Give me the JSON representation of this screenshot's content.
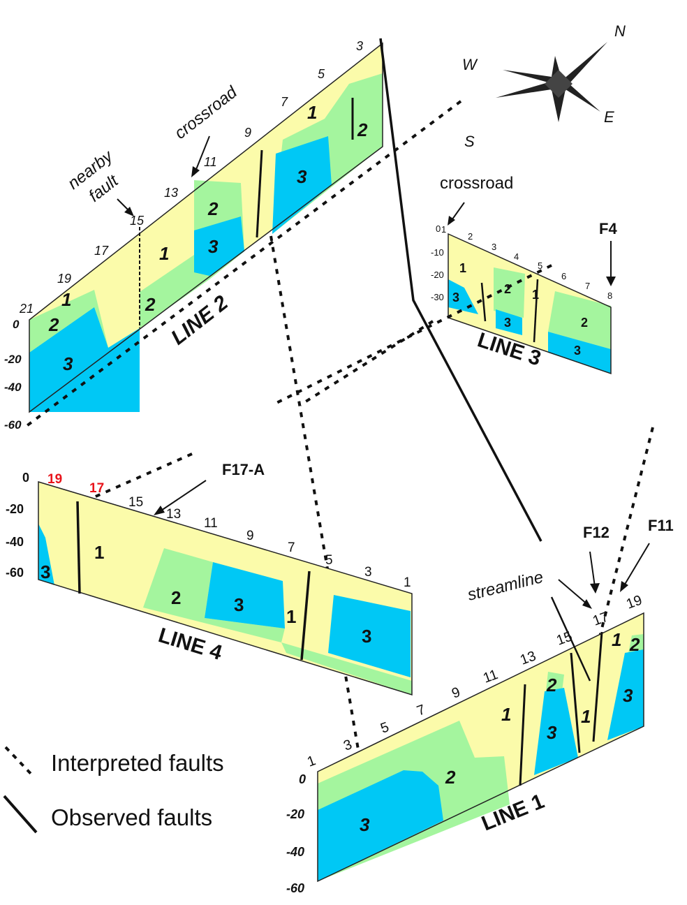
{
  "compass": {
    "n": "N",
    "e": "E",
    "s": "S",
    "w": "W"
  },
  "legend": {
    "interpreted": "Interpreted faults",
    "observed": "Observed faults"
  },
  "line2": {
    "title": "LINE 2",
    "stations": [
      "21",
      "19",
      "17",
      "15",
      "13",
      "11",
      "9",
      "7",
      "5",
      "3"
    ],
    "depths": [
      "0",
      "-20",
      "-40",
      "-60"
    ],
    "unit_labels": [
      "1",
      "1",
      "1",
      "2",
      "2",
      "2",
      "2",
      "3",
      "3",
      "3"
    ],
    "notes": {
      "crossroad": "crossroad",
      "nearby": "nearby",
      "fault": "fault"
    }
  },
  "line3": {
    "title": "LINE 3",
    "stations": [
      "1",
      "2",
      "3",
      "4",
      "5",
      "6",
      "7",
      "8"
    ],
    "depths": [
      "0",
      "-10",
      "-20",
      "-30"
    ],
    "unit_labels": [
      "1",
      "2",
      "1",
      "2",
      "3",
      "3",
      "3"
    ],
    "notes": {
      "crossroad": "crossroad",
      "f4": "F4"
    }
  },
  "line4": {
    "title": "LINE 4",
    "stations": [
      "19",
      "17",
      "15",
      "13",
      "11",
      "9",
      "7",
      "5",
      "3",
      "1"
    ],
    "depths": [
      "0",
      "-20",
      "-40",
      "-60"
    ],
    "unit_labels": [
      "1",
      "2",
      "3",
      "1",
      "3",
      "3"
    ],
    "notes": {
      "f17a": "F17-A"
    }
  },
  "line1": {
    "title": "LINE 1",
    "stations": [
      "1",
      "3",
      "5",
      "7",
      "9",
      "11",
      "13",
      "15",
      "17",
      "19"
    ],
    "depths": [
      "0",
      "-20",
      "-40",
      "-60"
    ],
    "unit_labels": [
      "2",
      "3",
      "1",
      "2",
      "3",
      "1",
      "1",
      "2",
      "3"
    ],
    "notes": {
      "streamline": "streamline",
      "f12": "F12",
      "f11": "F11"
    }
  },
  "colors": {
    "unit1": "#fbfbaa",
    "unit2": "#a4f59e",
    "unit3": "#00c8f5",
    "highlight_station": "#e8141b"
  }
}
